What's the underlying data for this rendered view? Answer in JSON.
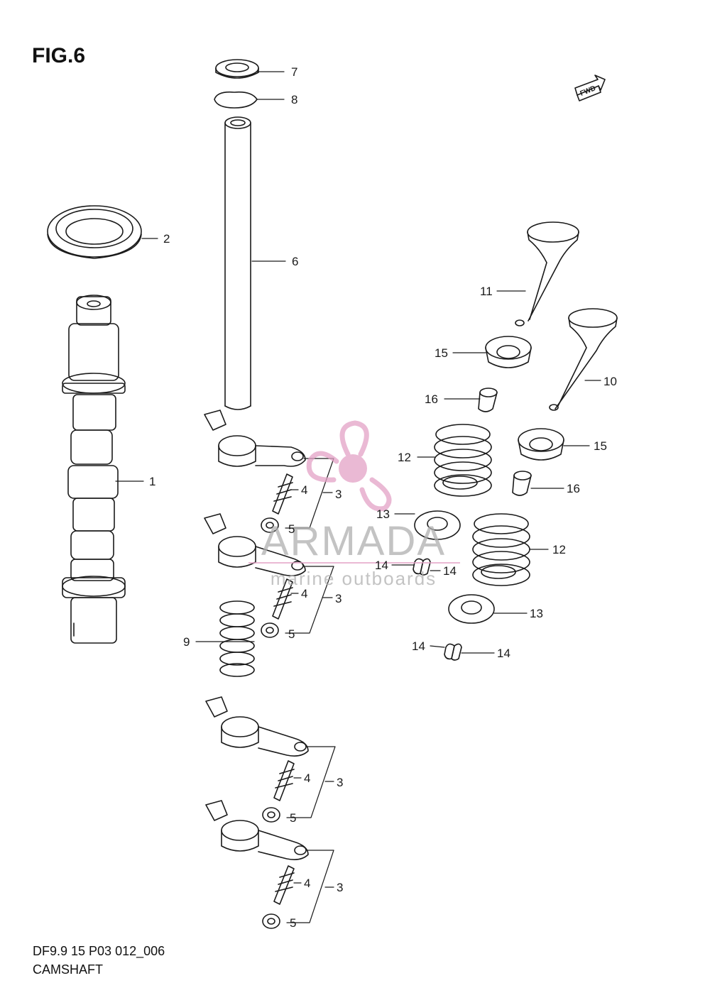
{
  "figure": {
    "title": "FIG.6",
    "model_code": "DF9.9 15 P03 012_006",
    "section_name": "CAMSHAFT",
    "direction_badge": "FWD"
  },
  "watermark": {
    "brand": "ARMADA",
    "tagline": "marine outboards",
    "icon": "propeller-icon",
    "color": "#e8a6c8"
  },
  "callouts": {
    "c1": "1",
    "c2": "2",
    "c3a": "3",
    "c3b": "3",
    "c3c": "3",
    "c3d": "3",
    "c4a": "4",
    "c4b": "4",
    "c4c": "4",
    "c4d": "4",
    "c5a": "5",
    "c5b": "5",
    "c5c": "5",
    "c5d": "5",
    "c6": "6",
    "c7": "7",
    "c8": "8",
    "c9": "9",
    "c10": "10",
    "c11": "11",
    "c12a": "12",
    "c12b": "12",
    "c13a": "13",
    "c13b": "13",
    "c14a": "14",
    "c14b": "14",
    "c14c": "14",
    "c14d": "14",
    "c15a": "15",
    "c15b": "15",
    "c16a": "16",
    "c16b": "16"
  },
  "colors": {
    "line": "#1a1a1a",
    "background": "#ffffff"
  }
}
